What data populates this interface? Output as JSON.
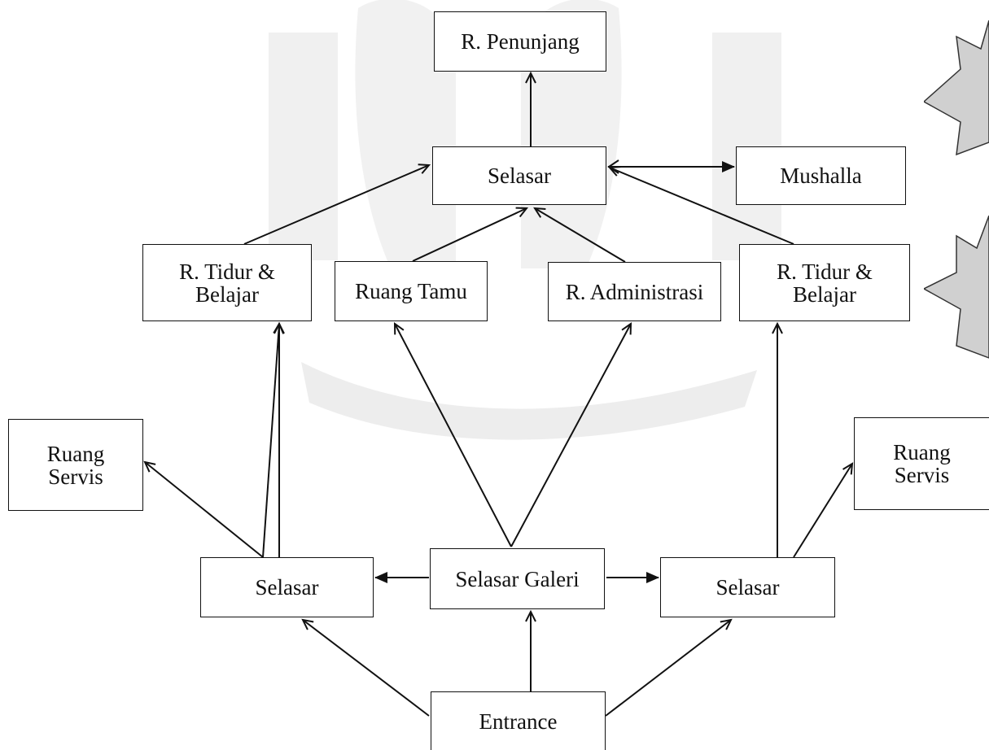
{
  "diagram": {
    "nodes": {
      "r_penunjang": "R. Penunjang",
      "selasar_top": "Selasar",
      "mushalla": "Mushalla",
      "r_tidur_left": "R. Tidur &\nBelajar",
      "ruang_tamu": "Ruang Tamu",
      "r_administrasi": "R. Administrasi",
      "r_tidur_right": "R. Tidur &\nBelajar",
      "ruang_servis_left": "Ruang\nServis",
      "ruang_servis_right": "Ruang\nServis",
      "selasar_left": "Selasar",
      "selasar_galeri": "Selasar Galeri",
      "selasar_right": "Selasar",
      "entrance": "Entrance"
    },
    "edges": [
      {
        "from": "selasar_top",
        "to": "r_penunjang",
        "head": "open"
      },
      {
        "from": "selasar_top",
        "to": "mushalla",
        "head": "solid",
        "bidirectional": true
      },
      {
        "from": "r_tidur_left",
        "to": "selasar_top",
        "head": "open"
      },
      {
        "from": "ruang_tamu",
        "to": "selasar_top",
        "head": "open"
      },
      {
        "from": "r_administrasi",
        "to": "selasar_top",
        "head": "open"
      },
      {
        "from": "r_tidur_right",
        "to": "selasar_top",
        "head": "open"
      },
      {
        "from": "selasar_left",
        "to": "r_tidur_left",
        "head": "open"
      },
      {
        "from": "selasar_left",
        "to": "ruang_servis_left",
        "head": "open"
      },
      {
        "from": "selasar_galeri",
        "to": "r_tidur_left",
        "head": "open"
      },
      {
        "from": "selasar_galeri",
        "to": "ruang_tamu",
        "head": "open"
      },
      {
        "from": "selasar_galeri",
        "to": "r_administrasi",
        "head": "open"
      },
      {
        "from": "selasar_right",
        "to": "r_tidur_right",
        "head": "open"
      },
      {
        "from": "selasar_right",
        "to": "ruang_servis_right",
        "head": "open"
      },
      {
        "from": "selasar_galeri",
        "to": "selasar_left",
        "head": "solid"
      },
      {
        "from": "selasar_galeri",
        "to": "selasar_right",
        "head": "solid"
      },
      {
        "from": "entrance",
        "to": "selasar_left",
        "head": "open"
      },
      {
        "from": "entrance",
        "to": "selasar_galeri",
        "head": "open"
      },
      {
        "from": "entrance",
        "to": "selasar_right",
        "head": "open"
      }
    ]
  },
  "colors": {
    "line": "#111111",
    "box_border": "#111111",
    "watermark": "#e3e3e3",
    "seal": "#bdbdbd"
  }
}
